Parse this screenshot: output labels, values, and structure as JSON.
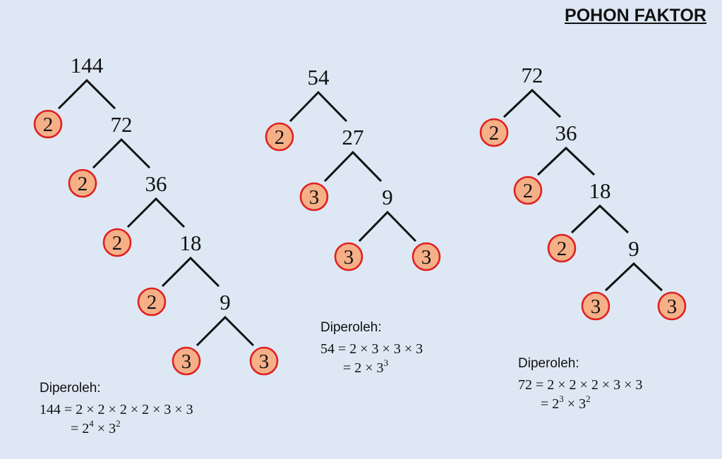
{
  "title": "POHON FAKTOR",
  "colors": {
    "background": "#dde8f4",
    "circle_fill": "#f5b088",
    "circle_stroke": "#e02020",
    "line": "#111111"
  },
  "trees": [
    {
      "id": "tree-144",
      "root": "144",
      "steps": [
        {
          "prime": "2",
          "quotient": "72"
        },
        {
          "prime": "2",
          "quotient": "36"
        },
        {
          "prime": "2",
          "quotient": "18"
        },
        {
          "prime": "2",
          "quotient": "9"
        },
        {
          "prime": "3",
          "quotient": "3",
          "final_prime": true
        }
      ]
    },
    {
      "id": "tree-54",
      "root": "54",
      "steps": [
        {
          "prime": "2",
          "quotient": "27"
        },
        {
          "prime": "3",
          "quotient": "9"
        },
        {
          "prime": "3",
          "quotient": "3",
          "final_prime": true
        }
      ]
    },
    {
      "id": "tree-72",
      "root": "72",
      "steps": [
        {
          "prime": "2",
          "quotient": "36"
        },
        {
          "prime": "2",
          "quotient": "18"
        },
        {
          "prime": "2",
          "quotient": "9"
        },
        {
          "prime": "3",
          "quotient": "3",
          "final_prime": true
        }
      ]
    }
  ],
  "results": [
    {
      "label": "Diperoleh:",
      "line1": "144 = 2 × 2 × 2 × 2 × 3 × 3",
      "line2": {
        "prefix": "= ",
        "b1": "2",
        "e1": "4",
        "mid": " × ",
        "b2": "3",
        "e2": "2"
      }
    },
    {
      "label": "Diperoleh:",
      "line1": "54 = 2 × 3 × 3 × 3",
      "line2": {
        "prefix": "= ",
        "b1": "2 × 3",
        "e1": "3",
        "mid": "",
        "b2": "",
        "e2": ""
      }
    },
    {
      "label": "Diperoleh:",
      "line1": "72 = 2 × 2 × 2 × 3 × 3",
      "line2": {
        "prefix": "= ",
        "b1": "2",
        "e1": "3",
        "mid": " × ",
        "b2": "3",
        "e2": "2"
      }
    }
  ]
}
